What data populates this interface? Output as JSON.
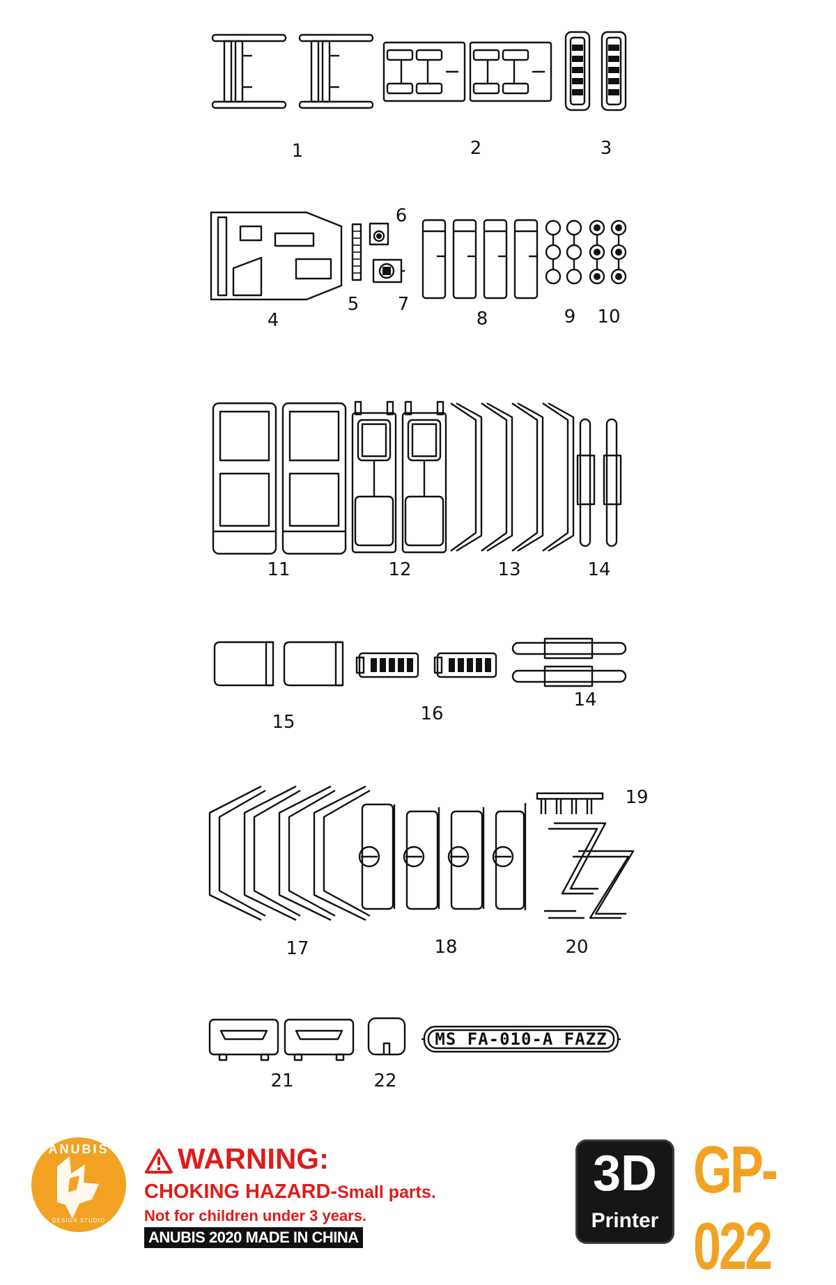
{
  "part_labels": {
    "p1": "1",
    "p2": "2",
    "p3": "3",
    "p4": "4",
    "p5": "5",
    "p6": "6",
    "p7": "7",
    "p8": "8",
    "p9": "9",
    "p10": "10",
    "p11": "11",
    "p12": "12",
    "p13": "13",
    "p14a": "14",
    "p14b": "14",
    "p15": "15",
    "p16": "16",
    "p17": "17",
    "p18": "18",
    "p19": "19",
    "p20": "20",
    "p21": "21",
    "p22": "22"
  },
  "nameplate_text": "MS FA-010-A FAZZ",
  "logo": {
    "text": "ANUBIS",
    "subtext": "DESIGN STUDIO",
    "color": "#f2a223"
  },
  "warning": {
    "title": "WARNING:",
    "line1_strong": "CHOKING HAZARD-",
    "line1_rest": "Small parts.",
    "line2": "Not for children under 3 years.",
    "brand_line": "ANUBIS 2020 MADE IN CHINA",
    "color": "#e01b1b"
  },
  "badge": {
    "big": "3D",
    "small": "Printer"
  },
  "model_code": "GP-022",
  "accent_color": "#f2a223"
}
